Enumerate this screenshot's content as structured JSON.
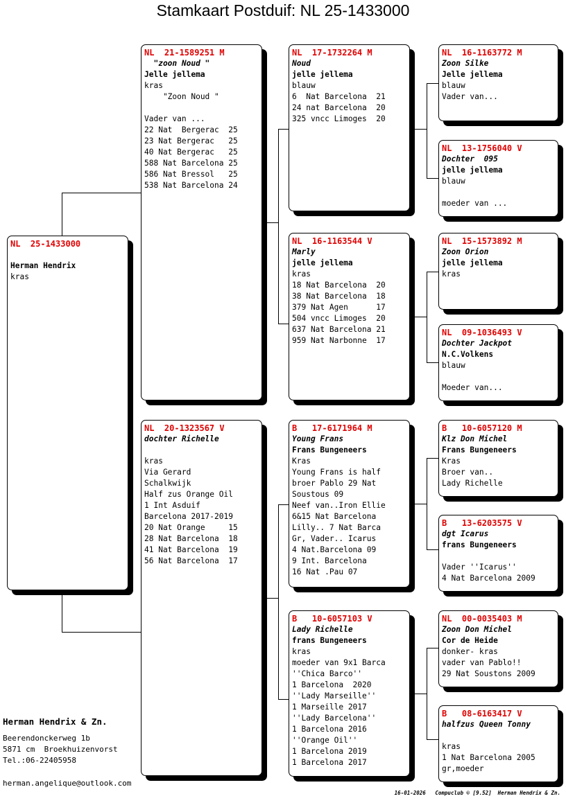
{
  "title": "Stamkaart Postduif: NL  25-1433000",
  "cards": [
    {
      "id": "subject",
      "ring": "NL  25-1433000",
      "lines": [
        "",
        "Herman Hendrix",
        "kras"
      ]
    },
    {
      "id": "father",
      "ring": "NL  21-1589251 M",
      "lines": [
        "  \"zoon Noud \"",
        "Jelle jellema",
        "kras",
        "    \"Zoon Noud \"",
        "",
        "Vader van ...",
        "22 Nat  Bergerac  25",
        "23 Nat Bergerac   25",
        "40 Nat Bergerac   25",
        "588 Nat Barcelona 25",
        "586 Nat Bressol   25",
        "538 Nat Barcelona 24"
      ]
    },
    {
      "id": "mother",
      "ring": "NL  20-1323567 V",
      "lines": [
        "dochter Richelle",
        "",
        "kras",
        "Via Gerard",
        "Schalkwijk",
        "Half zus Orange Oil",
        "1 Int Asduif",
        "Barcelona 2017-2019",
        "20 Nat Orange     15",
        "28 Nat Barcelona  18",
        "41 Nat Barcelona  19",
        "56 Nat Barcelona  17"
      ]
    },
    {
      "id": "ff",
      "ring": "NL  17-1732264 M",
      "lines": [
        "Noud",
        "jelle jellema",
        "blauw",
        "6  Nat Barcelona  21",
        "24 nat Barcelona  20",
        "325 vncc Limoges  20"
      ]
    },
    {
      "id": "fm",
      "ring": "NL  16-1163544 V",
      "lines": [
        "Marly",
        "jelle jellema",
        "kras",
        "18 Nat Barcelona  20",
        "38 Nat Barcelona  18",
        "379 Nat Agen      17",
        "504 vncc Limoges  20",
        "637 Nat Barcelona 21",
        "959 Nat Narbonne  17"
      ]
    },
    {
      "id": "mf",
      "ring": "B   17-6171964 M",
      "lines": [
        "Young Frans",
        "Frans Bungeneers",
        "Kras",
        "Young Frans is half",
        "broer Pablo 29 Nat",
        "Soustous 09",
        "Neef van..Iron Ellie",
        "6&15 Nat Barcelona",
        "Lilly.. 7 Nat Barca",
        "Gr, Vader.. Icarus",
        "4 Nat.Barcelona 09",
        "9 Int. Barcelona",
        "16 Nat .Pau 07"
      ]
    },
    {
      "id": "mm",
      "ring": "B   10-6057103 V",
      "lines": [
        "Lady Richelle",
        "frans Bungeneers",
        "kras",
        "moeder van 9x1 Barca",
        "''Chica Barco''",
        "1 Barcelona  2020",
        "''Lady Marseille''",
        "1 Marseille 2017",
        "''Lady Barcelona''",
        "1 Barcelona 2016",
        "''Orange Oil''",
        "1 Barcelona 2019",
        "1 Barcelona 2017"
      ]
    },
    {
      "id": "fff",
      "ring": "NL  16-1163772 M",
      "lines": [
        "Zoon Silke",
        "Jelle jellema",
        "blauw",
        "Vader van..."
      ]
    },
    {
      "id": "ffm",
      "ring": "NL  13-1756040 V",
      "lines": [
        "Dochter  095",
        "jelle jellema",
        "blauw",
        "",
        "moeder van ..."
      ]
    },
    {
      "id": "fmf",
      "ring": "NL  15-1573892 M",
      "lines": [
        "Zoon Orion",
        "jelle jellema",
        "kras"
      ]
    },
    {
      "id": "fmm",
      "ring": "NL  09-1036493 V",
      "lines": [
        "Dochter Jackpot",
        "N.C.Volkens",
        "blauw",
        "",
        "Moeder van..."
      ]
    },
    {
      "id": "mff",
      "ring": "B   10-6057120 M",
      "lines": [
        "Klz Don Michel",
        "Frans Bungeneers",
        "Kras",
        "Broer van..",
        "Lady Richelle"
      ]
    },
    {
      "id": "mfm",
      "ring": "B   13-6203575 V",
      "lines": [
        "dgt Icarus",
        "frans Bungeneers",
        "",
        "Vader ''Icarus''",
        "4 Nat Barcelona 2009"
      ]
    },
    {
      "id": "mmf",
      "ring": "NL  00-0035403 M",
      "lines": [
        "Zoon Don Michel",
        "Cor de Heide",
        "donker- kras",
        "vader van Pablo!!",
        "29 Nat Soustons 2009"
      ]
    },
    {
      "id": "mmm",
      "ring": "B   08-6163417 V",
      "lines": [
        "halfzus Queen Tonny",
        "",
        "kras",
        "1 Nat Barcelona 2005",
        "gr,moeder"
      ]
    }
  ],
  "owner": {
    "name": "Herman Hendrix & Zn.",
    "street": "Beerendonckerweg 1b",
    "city": "5871 cm  Broekhuizenvorst",
    "tel": "Tel.:06-22405958",
    "email": "herman.angelique@outlook.com"
  },
  "footer": "16-01-2026   Compuclub © [9.52]  Herman Hendrix & Zn."
}
